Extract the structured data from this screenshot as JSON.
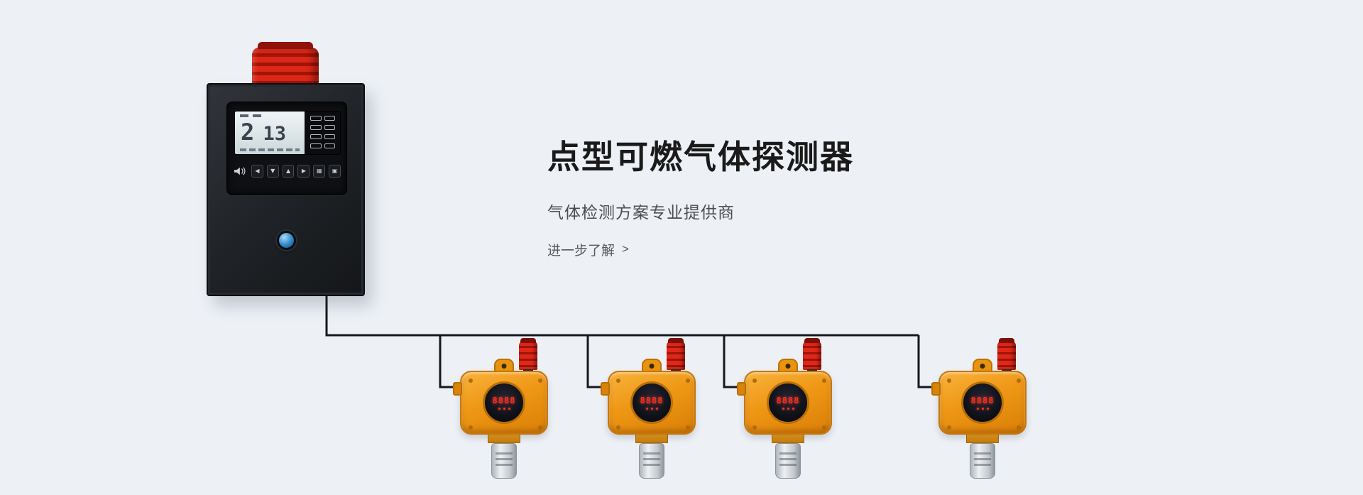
{
  "hero": {
    "title": "点型可燃气体探测器",
    "subtitle": "气体检测方案专业提供商",
    "cta_label": "进一步了解",
    "cta_arrow": ">"
  },
  "controller": {
    "lcd_left": "2",
    "lcd_right": "13",
    "buttons": [
      "◀",
      "▼",
      "▲",
      "▶",
      "▦",
      "▣"
    ]
  },
  "detectors": [
    {
      "display": "8888"
    },
    {
      "display": "8888"
    },
    {
      "display": "8888"
    },
    {
      "display": "8888"
    }
  ],
  "colors": {
    "background": "#edf1f6",
    "accent_orange": "#f29b1d",
    "alarm_red": "#d7281c",
    "wire": "#17181c",
    "led_red": "#ff2f1e"
  }
}
